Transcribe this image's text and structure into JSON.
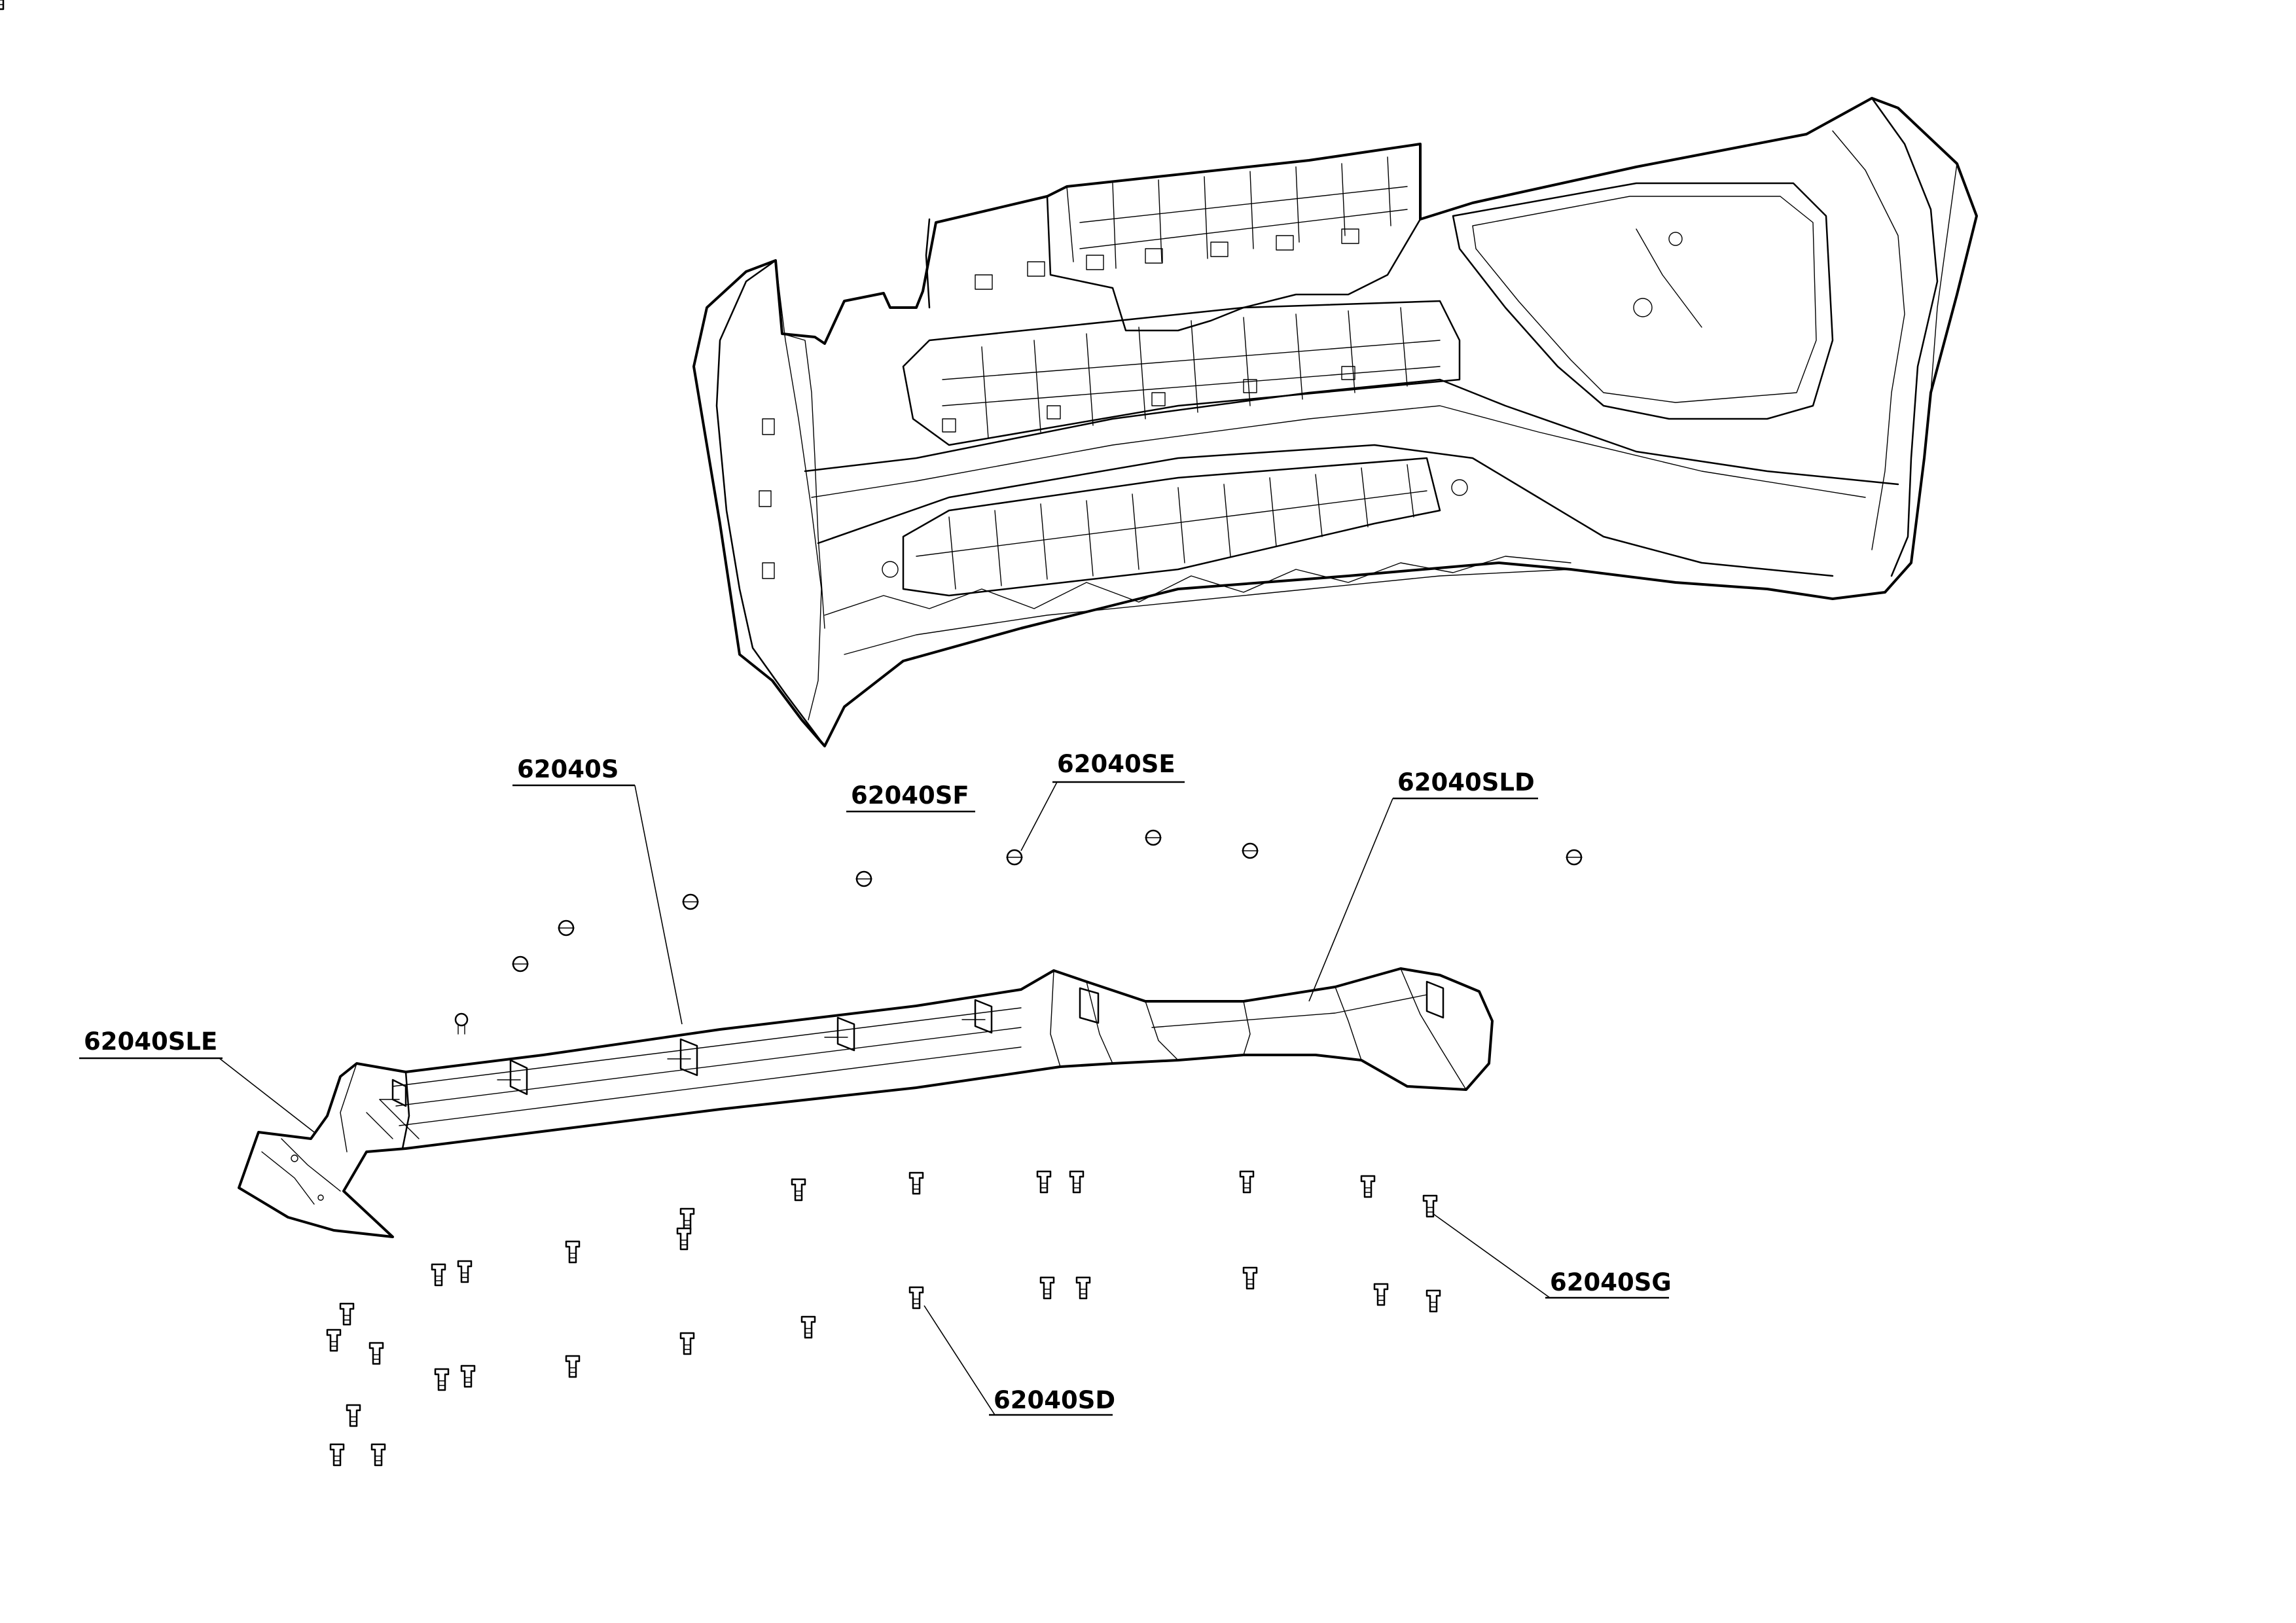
{
  "labels": {
    "part_62040S": "62040S",
    "part_62040SF": "62040SF",
    "part_62040SE": "62040SE",
    "part_62040SLD": "62040SLD",
    "part_62040SLE": "62040SLE",
    "part_62040SG": "62040SG",
    "part_62040SD": "62040SD"
  },
  "colors": {
    "line": "#000000",
    "background": "#ffffff"
  }
}
